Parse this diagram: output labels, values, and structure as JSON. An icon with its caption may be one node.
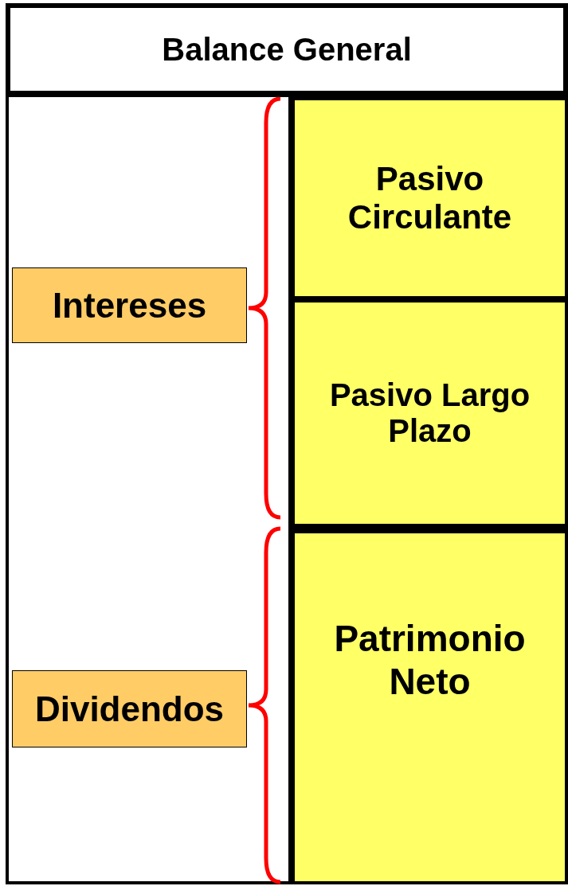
{
  "diagram": {
    "nodes": [
      {
        "text": [
          "Balance General"
        ]
      },
      {
        "text": [
          "Pasivo Circulante"
        ]
      },
      {
        "text": [
          "Pasivo Largo Plazo"
        ]
      },
      {
        "text": [
          "Patrimonio Neto"
        ]
      },
      {
        "text": [
          "Intereses"
        ]
      },
      {
        "text": [
          "Dividendos"
        ]
      }
    ]
  }
}
